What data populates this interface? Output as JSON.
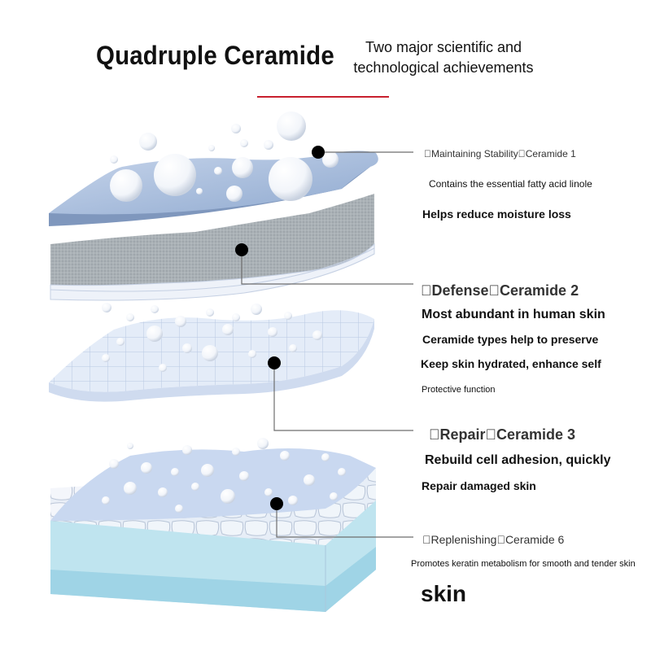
{
  "header": {
    "title": "Quadruple Ceramide",
    "subtitle": "Two major scientific and technological achievements",
    "accent_color": "#c8202e"
  },
  "layers": [
    {
      "heading": "\u0000Maintaining Stability\u0000Ceramide 1",
      "lines": [
        "Contains the essential fatty acid linole",
        "Helps reduce moisture loss"
      ]
    },
    {
      "heading": "\u0000Defense\u0000Ceramide 2",
      "lines": [
        "Most abundant in human skin",
        "Ceramide types help to preserve",
        "Keep skin hydrated, enhance self",
        "Protective function"
      ]
    },
    {
      "heading": "\u0000Repair\u0000Ceramide 3",
      "lines": [
        "Rebuild cell adhesion, quickly",
        "Repair damaged skin"
      ]
    },
    {
      "heading": "\u0000Replenishing\u0000Ceramide 6",
      "lines": [
        "Promotes keratin metabolism for smooth and tender skin"
      ]
    }
  ],
  "footer": {
    "label": "skin"
  },
  "colors": {
    "layer_blue": "#a9bfdc",
    "layer_gray": "#a9b0b4",
    "cell_blue": "#c9d8f0",
    "aqua": "#b6e2ee"
  }
}
